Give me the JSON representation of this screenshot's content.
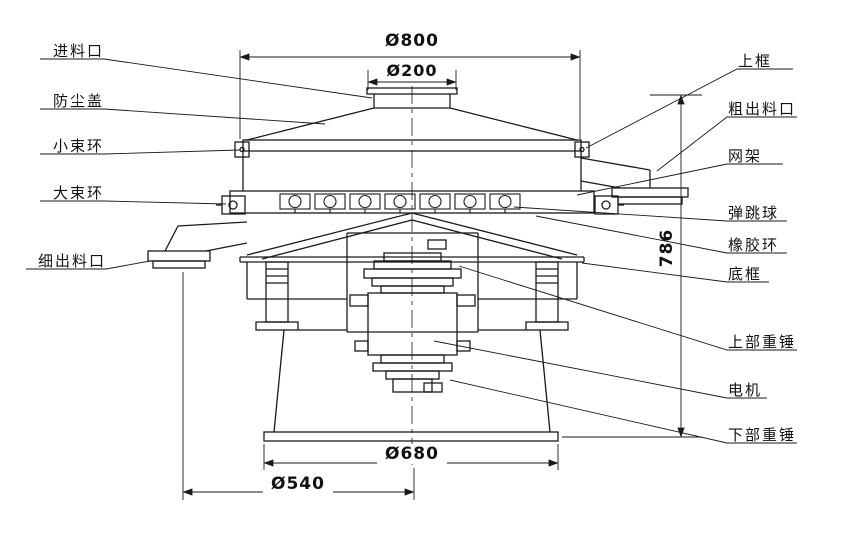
{
  "diagram": {
    "labels": {
      "feed_inlet": "进料口",
      "dust_cover": "防尘盖",
      "small_clamp_ring": "小束环",
      "large_clamp_ring": "大束环",
      "fine_outlet": "细出料口",
      "upper_frame": "上框",
      "coarse_outlet": "粗出料口",
      "screen_frame": "网架",
      "bouncing_ball": "弹跳球",
      "rubber_ring": "橡胶环",
      "bottom_frame": "底框",
      "upper_weight": "上部重锤",
      "motor": "电机",
      "lower_weight": "下部重锤"
    },
    "dimensions": {
      "top_diameter": "Ø800",
      "inlet_diameter": "Ø200",
      "base_diameter": "Ø680",
      "bottom_span": "Ø540",
      "height": "786"
    },
    "colors": {
      "line": "#1a1a1a",
      "background": "#ffffff"
    }
  }
}
